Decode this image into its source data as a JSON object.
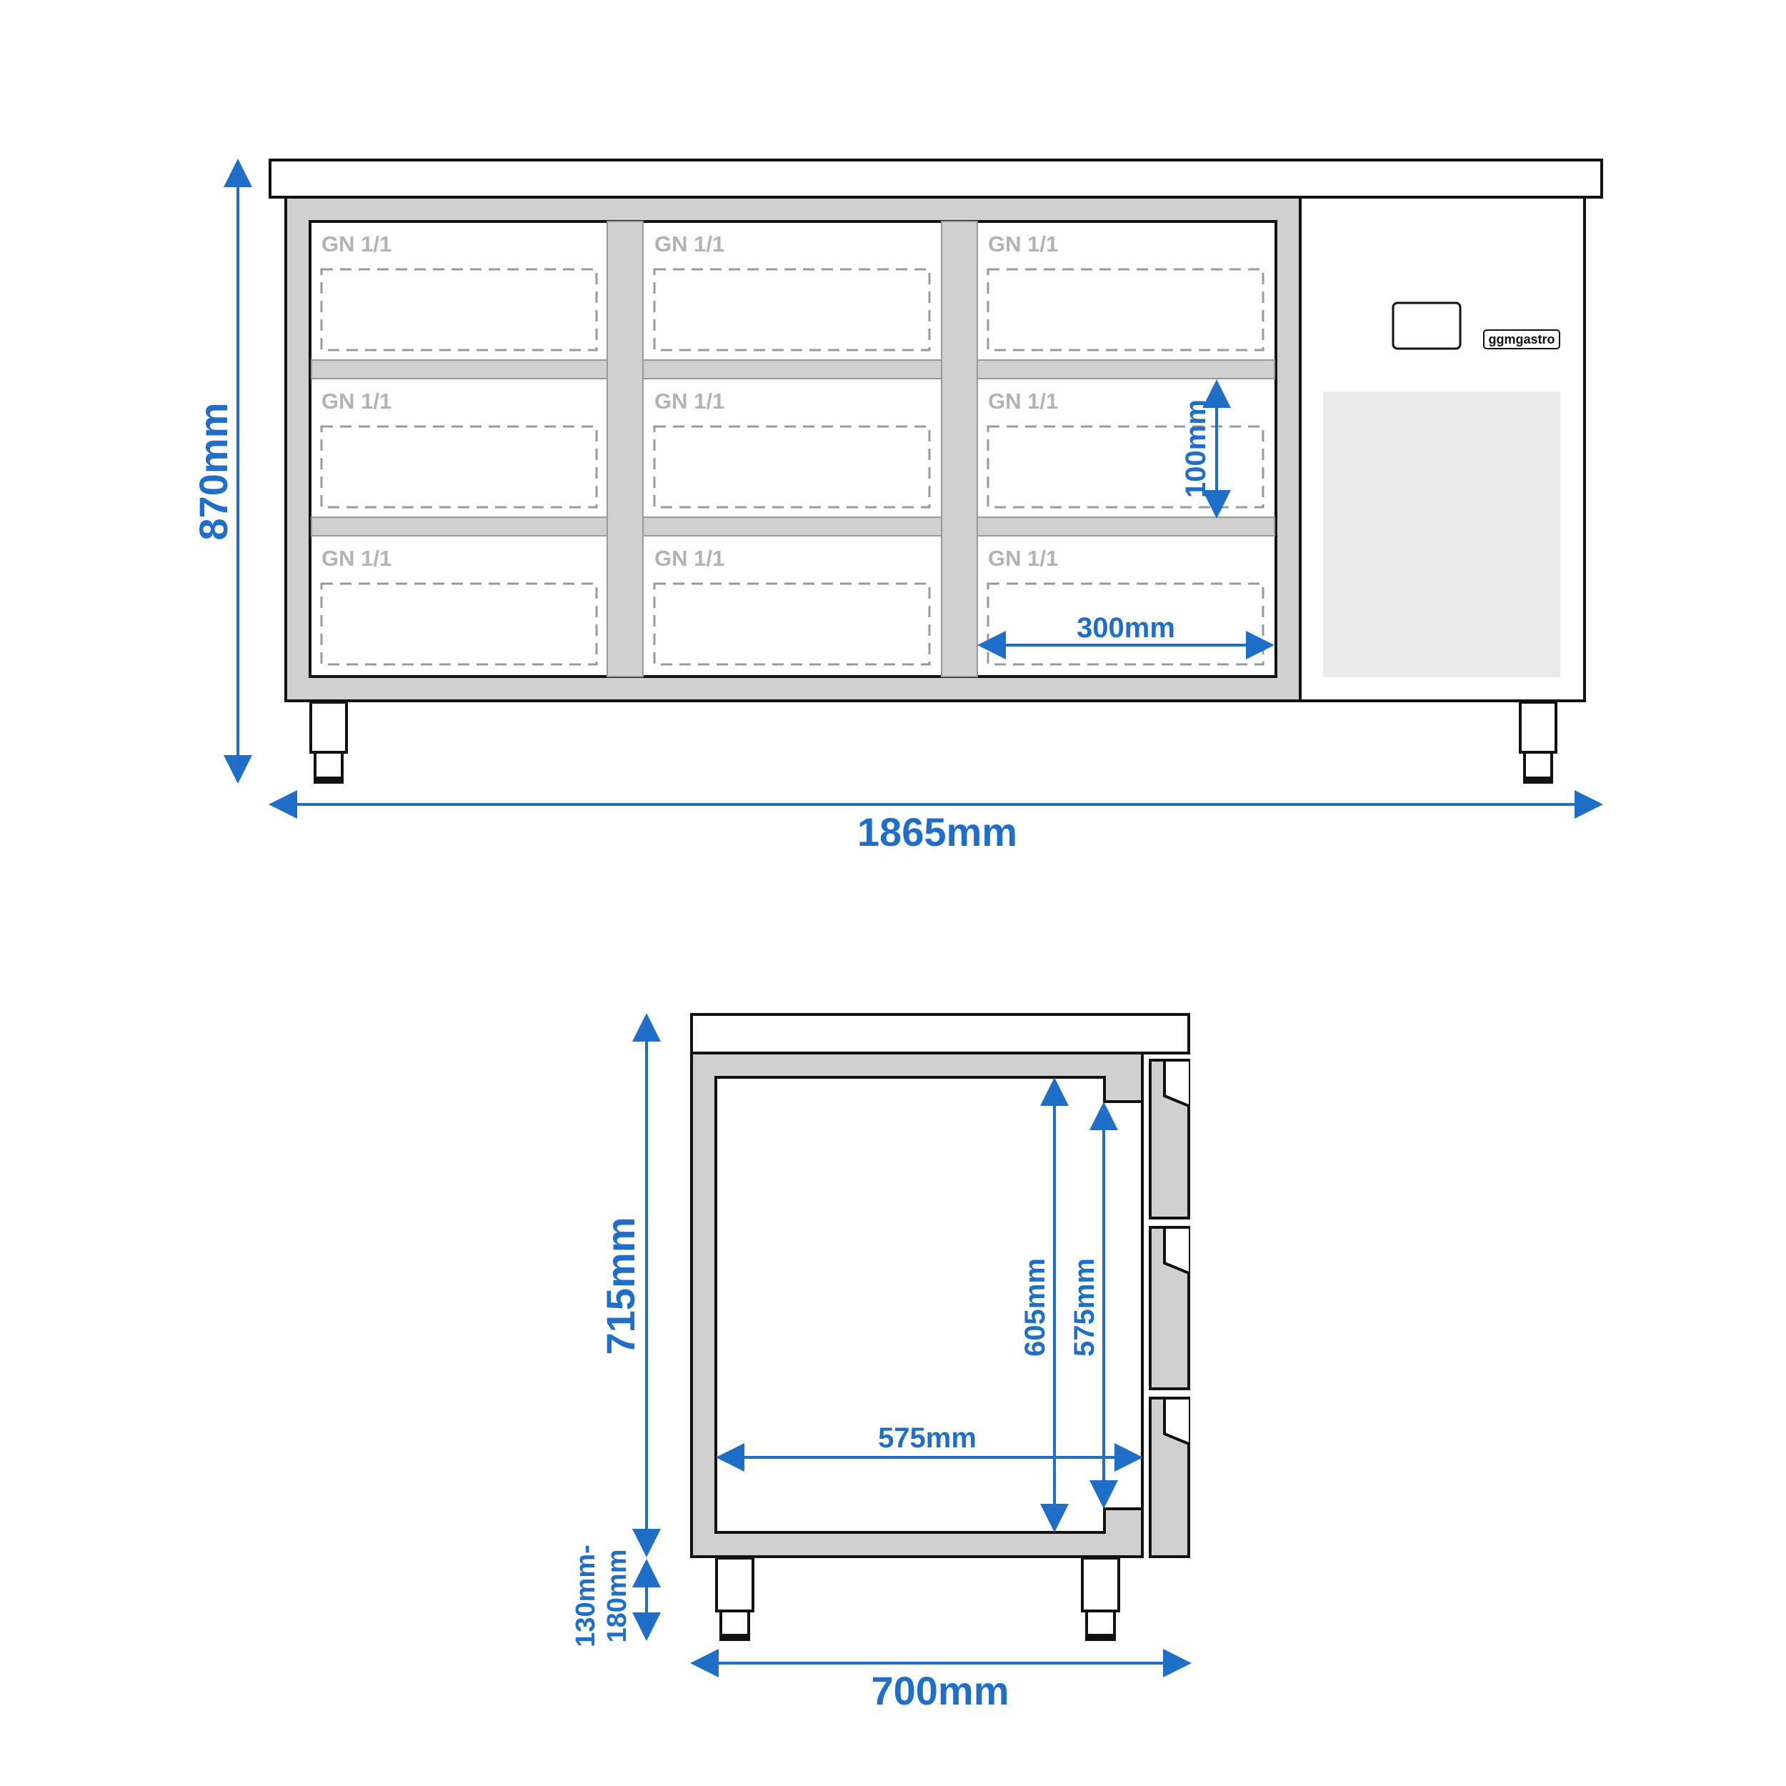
{
  "front_view": {
    "gn_label": "GN 1/1",
    "brand": "ggmgastro",
    "height": "870mm",
    "width": "1865mm",
    "pan_height": "100mm",
    "pan_width": "300mm"
  },
  "side_view": {
    "depth": "700mm",
    "body_height": "715mm",
    "leg_height": "130mm-\n180mm",
    "leg_height_line1": "130mm-",
    "leg_height_line2": "180mm",
    "inner_width": "575mm",
    "inner_height_outer": "605mm",
    "inner_height_inner": "575mm"
  },
  "colors": {
    "dimension": "#1f6fc9",
    "outline": "#111111",
    "panel_gray": "#d0d0d0",
    "pan_label": "#b3b3b3"
  }
}
